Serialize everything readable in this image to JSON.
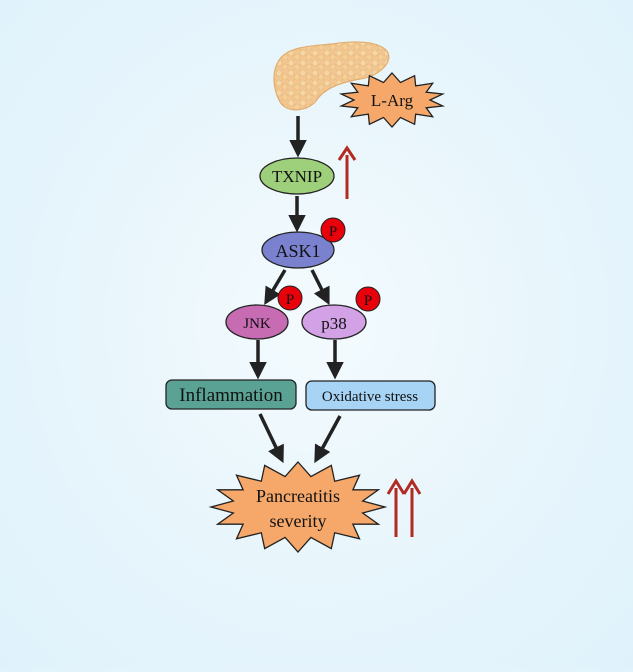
{
  "nodes": {
    "trigger": "L-Arg",
    "txnip": "TXNIP",
    "ask1": "ASK1",
    "jnk": "JNK",
    "p38": "p38",
    "inflammation": "Inflammation",
    "oxidative_stress": "Oxidative stress",
    "outcome_line1": "Pancreatitis",
    "outcome_line2": "severity"
  },
  "phospho_label": "P",
  "colors": {
    "txnip": "#9ed07c",
    "ask1": "#7a82cf",
    "jnk": "#c76bb2",
    "p38": "#d3a1e6",
    "inflammation": "#5aa394",
    "oxidative_stress": "#a7d3f5",
    "starburst": "#f5a86a",
    "phospho": "#e8000b",
    "up_arrow": "#b22a22",
    "pancreas": "#f3c88a"
  },
  "icons": {
    "organ": "pancreas-icon",
    "increase": "up-arrow-icon"
  }
}
